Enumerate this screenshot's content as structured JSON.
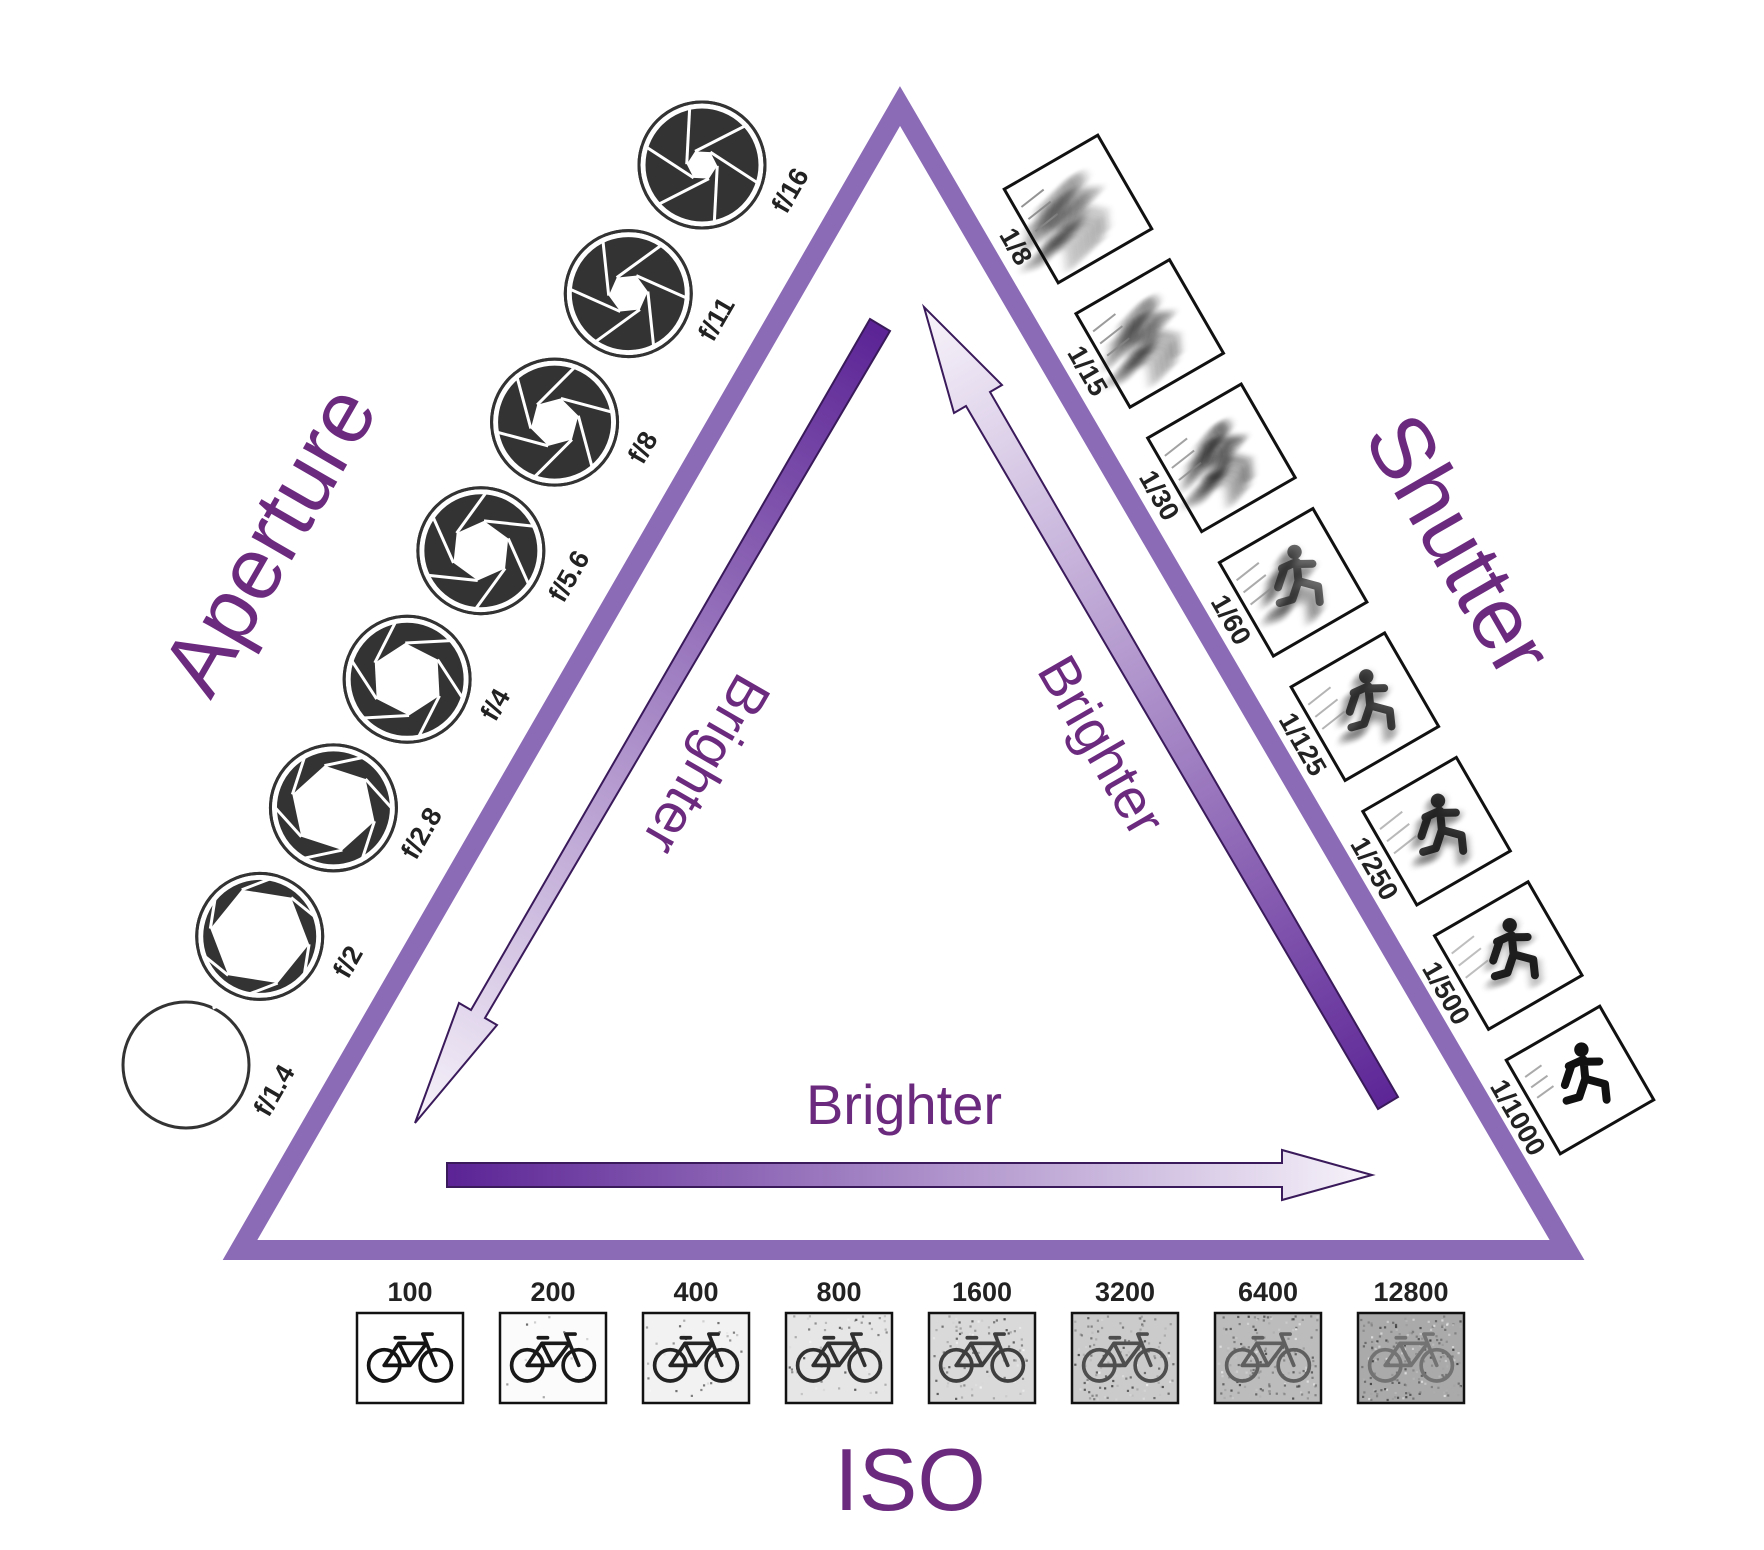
{
  "diagram": {
    "titles": {
      "aperture": "Aperture",
      "shutter": "Shutter",
      "iso": "ISO"
    },
    "brighter_label": "Brighter",
    "aperture_stops": [
      {
        "label": "f/1.4",
        "openness": 1.0
      },
      {
        "label": "f/2",
        "openness": 0.86
      },
      {
        "label": "f/2.8",
        "openness": 0.72
      },
      {
        "label": "f/4",
        "openness": 0.58
      },
      {
        "label": "f/5.6",
        "openness": 0.45
      },
      {
        "label": "f/8",
        "openness": 0.34
      },
      {
        "label": "f/11",
        "openness": 0.24
      },
      {
        "label": "f/16",
        "openness": 0.15
      }
    ],
    "shutter_speeds": [
      {
        "label": "1/8",
        "blur": 1.0
      },
      {
        "label": "1/15",
        "blur": 0.85
      },
      {
        "label": "1/30",
        "blur": 0.68
      },
      {
        "label": "1/60",
        "blur": 0.5
      },
      {
        "label": "1/125",
        "blur": 0.32
      },
      {
        "label": "1/250",
        "blur": 0.2
      },
      {
        "label": "1/500",
        "blur": 0.1
      },
      {
        "label": "1/1000",
        "blur": 0.0
      }
    ],
    "iso_values": [
      {
        "label": "100",
        "noise": 0.0
      },
      {
        "label": "200",
        "noise": 0.05
      },
      {
        "label": "400",
        "noise": 0.15
      },
      {
        "label": "800",
        "noise": 0.28
      },
      {
        "label": "1600",
        "noise": 0.42
      },
      {
        "label": "3200",
        "noise": 0.58
      },
      {
        "label": "6400",
        "noise": 0.75
      },
      {
        "label": "12800",
        "noise": 0.95
      }
    ],
    "colors": {
      "triangle": "#8b6bb5",
      "title": "#6c2a7f",
      "arrow_dark": "#5b2395",
      "arrow_light": "#f4eff8",
      "icon": "#333333"
    },
    "icons": {
      "aperture": "aperture-blade-icon",
      "shutter": "running-man-icon",
      "iso": "bicycle-icon"
    }
  }
}
